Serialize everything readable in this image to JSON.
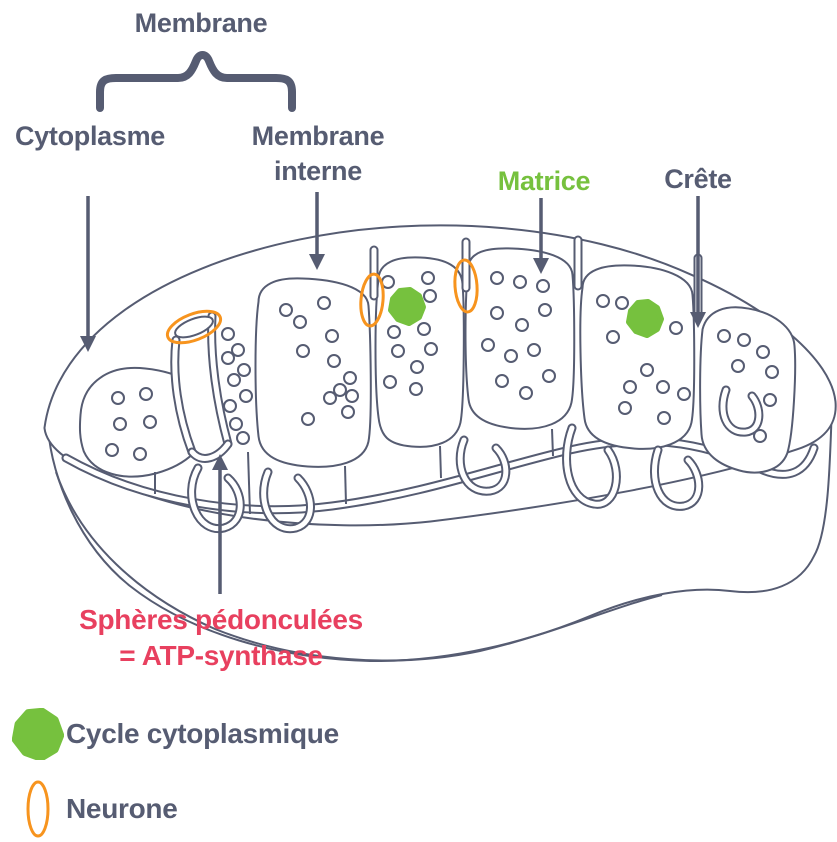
{
  "colors": {
    "slate": "#565c72",
    "green": "#76c13e",
    "orange": "#f7941e",
    "red": "#e8405f"
  },
  "labels": {
    "membrane": "Membrane",
    "cytoplasme": "Cytoplasme",
    "membrane_interne": "Membrane interne",
    "matrice": "Matrice",
    "crete": "Crête",
    "spheres_line1": "Sphères pédonculées",
    "spheres_line2": "= ATP-synthase"
  },
  "legend": {
    "items": [
      {
        "icon": "green-blob",
        "label": "Cycle cytoplasmique"
      },
      {
        "icon": "orange-ellipse",
        "label": "Neurone"
      }
    ]
  }
}
